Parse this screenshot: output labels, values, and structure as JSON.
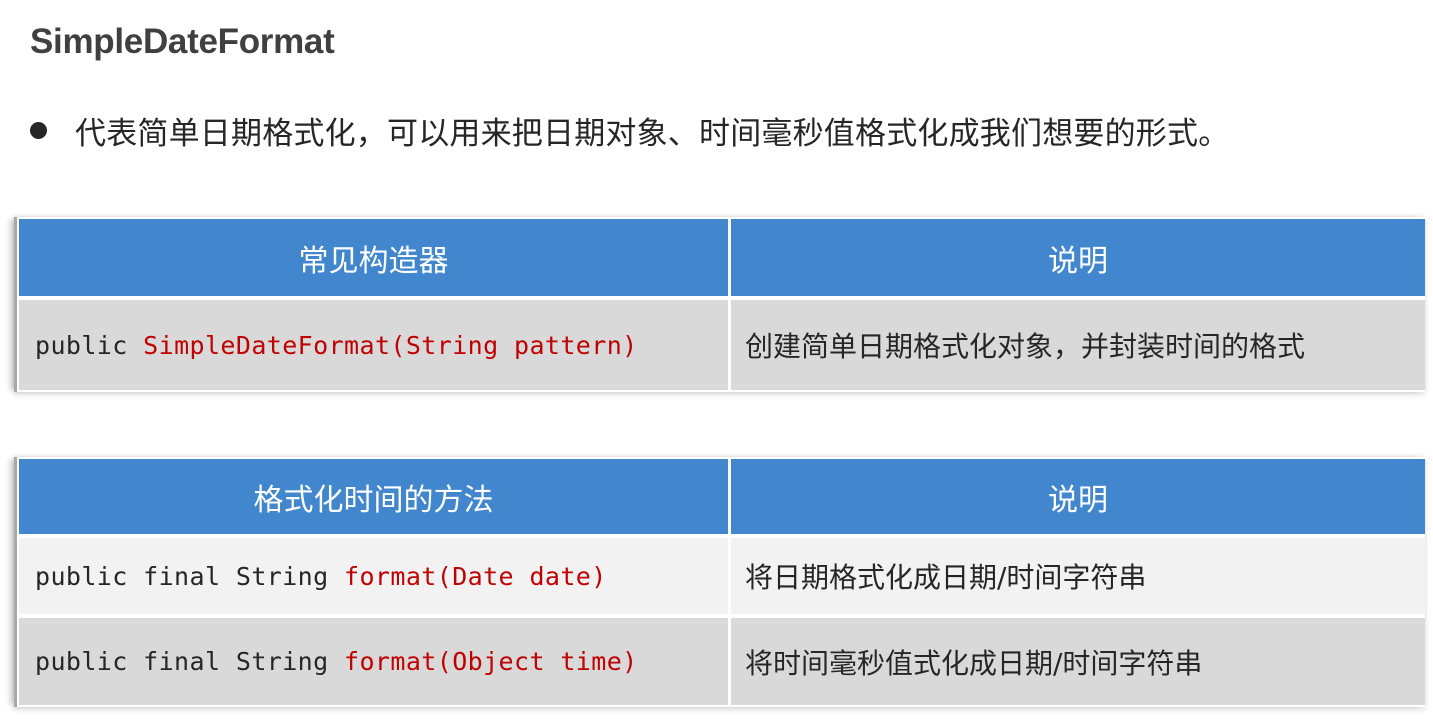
{
  "page": {
    "title": "SimpleDateFormat",
    "bullet": "代表简单日期格式化，可以用来把日期对象、时间毫秒值格式化成我们想要的形式。"
  },
  "colors": {
    "header_bg": "#4287cd",
    "header_text": "#ffffff",
    "row_dark": "#d9d9d9",
    "row_light": "#f2f2f2",
    "code_highlight": "#c00000",
    "text": "#262626",
    "title": "#404040"
  },
  "constructors_table": {
    "headers": [
      "常见构造器",
      "说明"
    ],
    "rows": [
      {
        "code_prefix": "public ",
        "code_highlight": "SimpleDateFormat(String pattern)",
        "description": "创建简单日期格式化对象，并封装时间的格式"
      }
    ]
  },
  "methods_table": {
    "headers": [
      "格式化时间的方法",
      "说明"
    ],
    "rows": [
      {
        "code_prefix": "public final String ",
        "code_highlight": "format(Date date)",
        "description": "将日期格式化成日期/时间字符串"
      },
      {
        "code_prefix": "public final String ",
        "code_highlight": "format(Object time)",
        "description": "将时间毫秒值式化成日期/时间字符串"
      }
    ]
  }
}
